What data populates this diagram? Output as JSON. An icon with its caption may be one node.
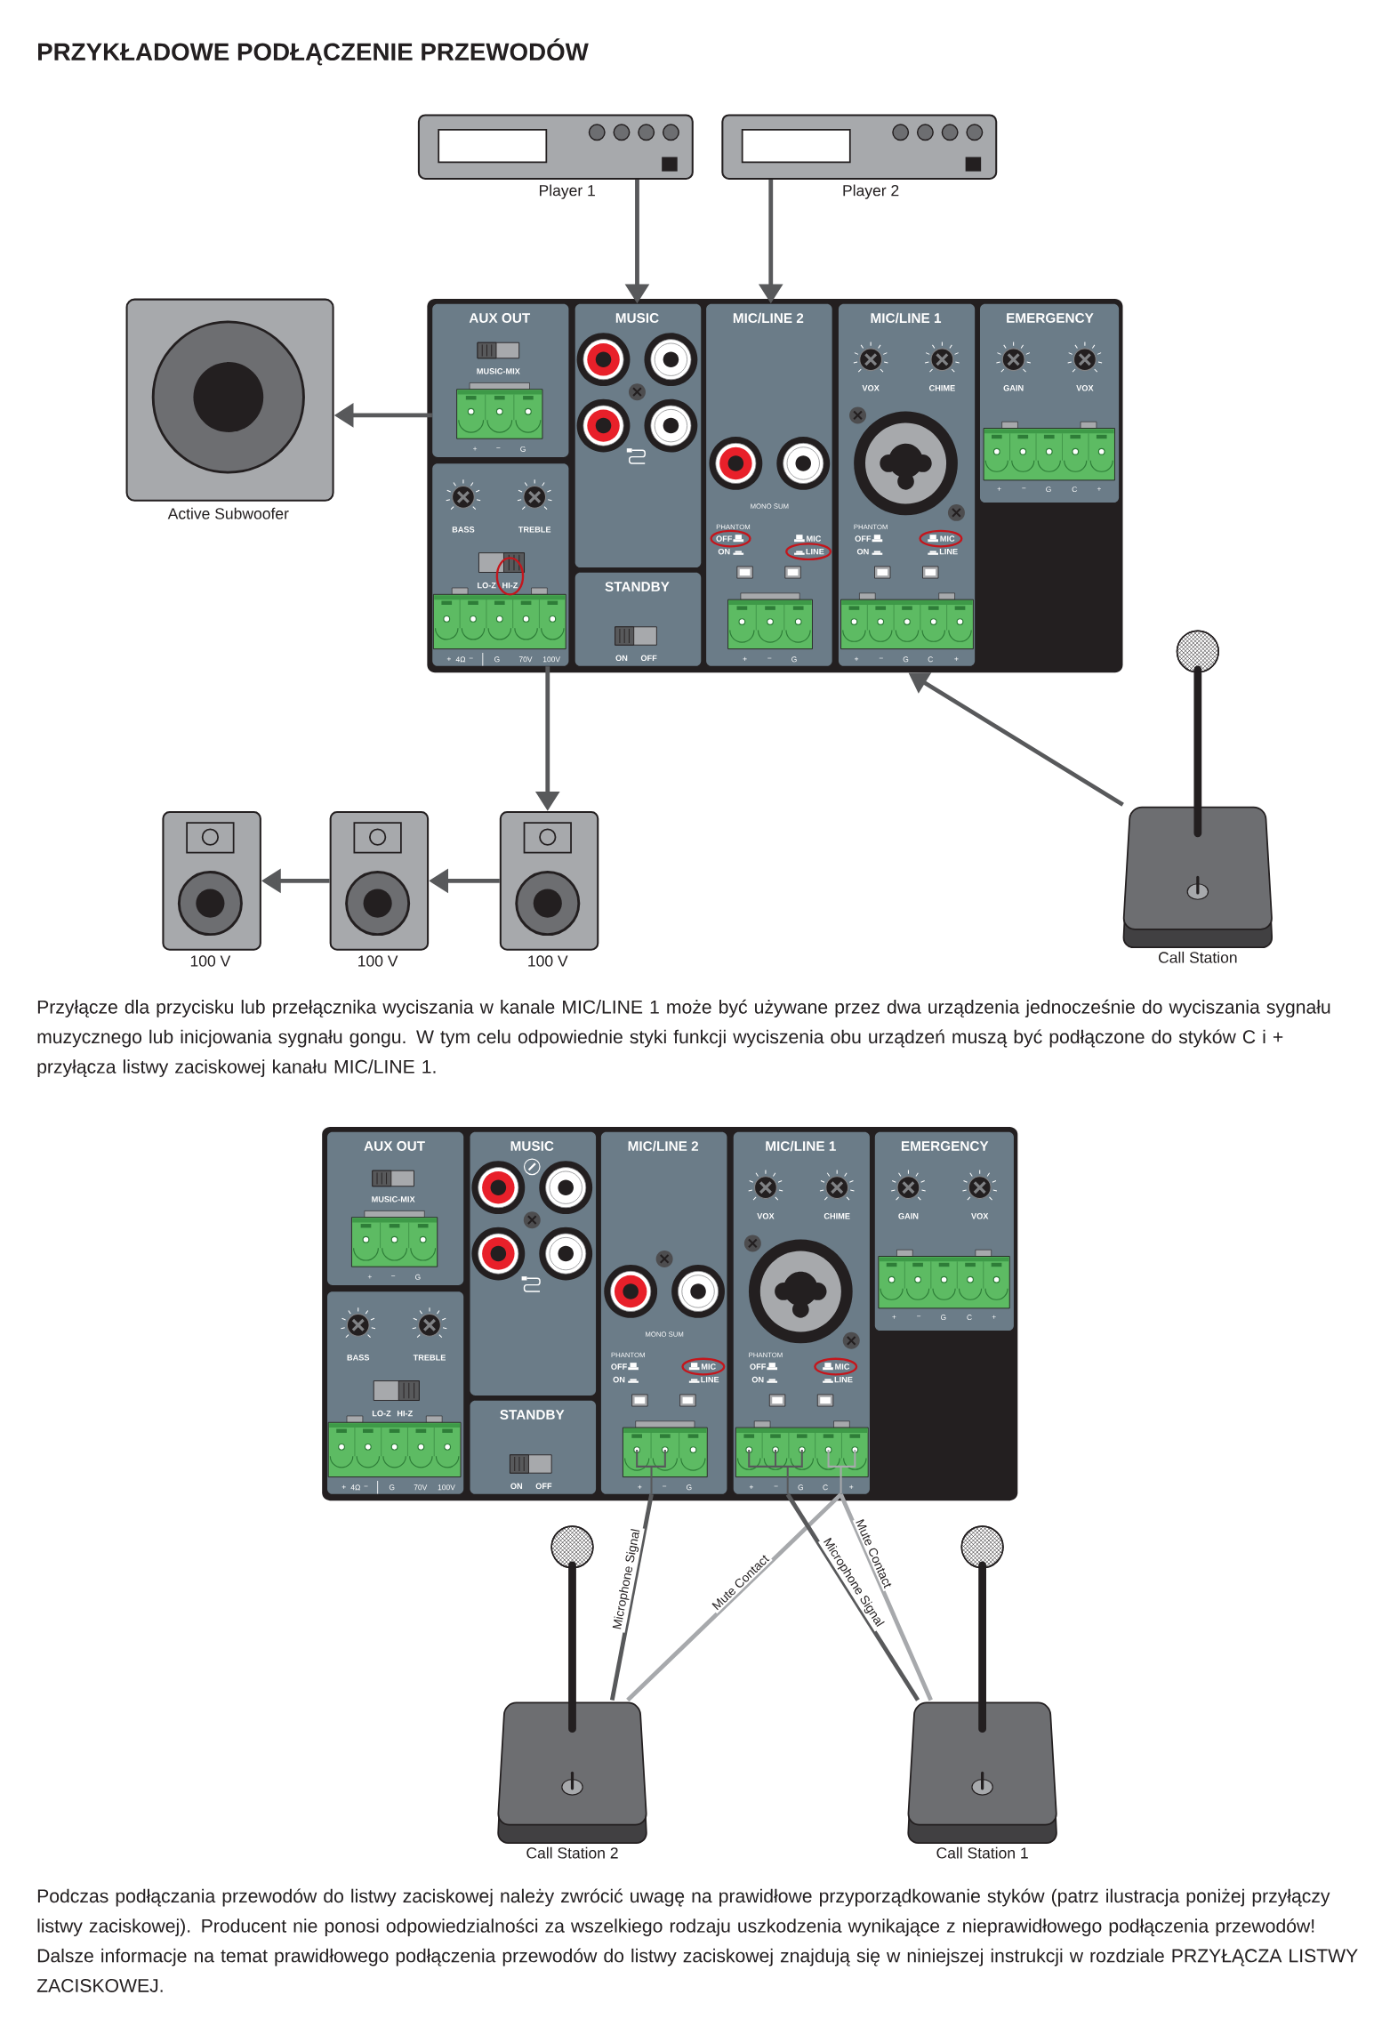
{
  "diagram": {
    "title": "PRZYKŁADOWE PODŁĄCZENIE PRZEWODÓW",
    "nodes": [
      {
        "text": [
          "Player 1"
        ]
      },
      {
        "text": [
          "Player 2"
        ]
      },
      {
        "text": [],
        "shape": "box"
      },
      {
        "text": [
          "AUX OUT",
          "MUSIC-MIX",
          "+",
          "−",
          "G"
        ],
        "in": 2
      },
      {
        "text": [
          "MUSIC"
        ],
        "in": 2
      },
      {
        "text": [
          "MIC/LINE 2",
          "MONO SUM",
          "PHANTOM",
          "OFF",
          "ON",
          "MIC",
          "LINE",
          "+",
          "−",
          "G"
        ],
        "in": 2
      },
      {
        "text": [
          "MIC/LINE 1",
          "VOX",
          "CHIME",
          "PHANTOM",
          "OFF",
          "ON",
          "MIC",
          "LINE",
          "+",
          "−",
          "G",
          "C",
          "+"
        ],
        "in": 2
      },
      {
        "text": [
          "EMERGENCY",
          "GAIN",
          "VOX",
          "+",
          "−",
          "G",
          "C",
          "+"
        ],
        "in": 2
      },
      {
        "text": [
          "BASS",
          "TREBLE",
          "LO-Z",
          "HI-Z",
          "+",
          "4Ω",
          "−",
          "G",
          "70V",
          "100V"
        ],
        "in": 2
      },
      {
        "text": [
          "STANDBY",
          "ON",
          "OFF"
        ],
        "in": 2
      },
      {
        "text": [
          "Active Subwoofer"
        ]
      },
      {
        "text": [
          "100 V"
        ]
      },
      {
        "text": [
          "100 V"
        ]
      },
      {
        "text": [
          "100 V"
        ]
      },
      {
        "text": [
          "Call Station"
        ]
      },
      {
        "text": [],
        "shape": "box"
      },
      {
        "text": [
          "AUX OUT",
          "MUSIC-MIX",
          "+",
          "−",
          "G"
        ],
        "in": 15
      },
      {
        "text": [
          "MUSIC"
        ],
        "in": 15
      },
      {
        "text": [
          "MIC/LINE 2",
          "MONO SUM",
          "PHANTOM",
          "OFF",
          "ON",
          "MIC",
          "LINE",
          "+",
          "−",
          "G"
        ],
        "in": 15
      },
      {
        "text": [
          "MIC/LINE 1",
          "VOX",
          "CHIME",
          "PHANTOM",
          "OFF",
          "ON",
          "MIC",
          "LINE",
          "+",
          "−",
          "G",
          "C",
          "+"
        ],
        "in": 15
      },
      {
        "text": [
          "EMERGENCY",
          "GAIN",
          "VOX",
          "+",
          "−",
          "G",
          "C",
          "+"
        ],
        "in": 15
      },
      {
        "text": [
          "BASS",
          "TREBLE",
          "LO-Z",
          "HI-Z",
          "+",
          "4Ω",
          "−",
          "G",
          "70V",
          "100V"
        ],
        "in": 15
      },
      {
        "text": [
          "STANDBY",
          "ON",
          "OFF"
        ],
        "in": 15
      },
      {
        "text": [
          "Call Station 2"
        ]
      },
      {
        "text": [
          "Call Station 1"
        ]
      }
    ],
    "edges": [
      {
        "from": 0,
        "to": 4,
        "arrow": "to"
      },
      {
        "from": 1,
        "to": 5,
        "arrow": "to"
      },
      {
        "from": 3,
        "to": 10,
        "arrow": "to"
      },
      {
        "from": 8,
        "to": 13,
        "arrow": "to"
      },
      {
        "from": 13,
        "to": 12,
        "arrow": "to"
      },
      {
        "from": 12,
        "to": 11,
        "arrow": "to"
      },
      {
        "from": 14,
        "to": 2,
        "arrow": "to"
      },
      {
        "from": 18,
        "to": 23,
        "arrow": "none",
        "label": "Microphone Signal"
      },
      {
        "from": 19,
        "to": 23,
        "arrow": "none",
        "label": "Mute Contact",
        "color": "#a7a9ac"
      },
      {
        "from": 19,
        "to": 24,
        "arrow": "none",
        "label": "Microphone Signal"
      },
      {
        "from": 19,
        "to": 24,
        "arrow": "none",
        "label": "Mute Contact",
        "color": "#a7a9ac"
      }
    ],
    "labels": [
      "Przyłącze dla przycisku lub przełącznika wyciszania w kanale MIC/LINE 1 może być używane przez dwa urządzenia jednocześnie do wyciszania sygnału muzycznego lub inicjowania sygnału gongu. W tym celu odpowiednie styki funkcji wyciszenia obu urządzeń muszą być podłączone do styków C i + przyłącza listwy zaciskowej kanału MIC/LINE 1.",
      "Podczas podłączania przewodów do listwy zaciskowej należy zwrócić uwagę na prawidłowe przyporządkowanie styków (patrz ilustracja poniżej przyłączy listwy zaciskowej). Producent nie ponosi odpowiedzialności za wszelkiego rodzaju uszkodzenia wynikające z nieprawidłowego podłączenia przewodów! Dalsze informacje na temat prawidłowego podłączenia przewodów do listwy zaciskowej znajdują się w niniejszej instrukcji w rozdziale PRZYŁĄCZA LISTWY ZACISKOWEJ."
    ]
  }
}
